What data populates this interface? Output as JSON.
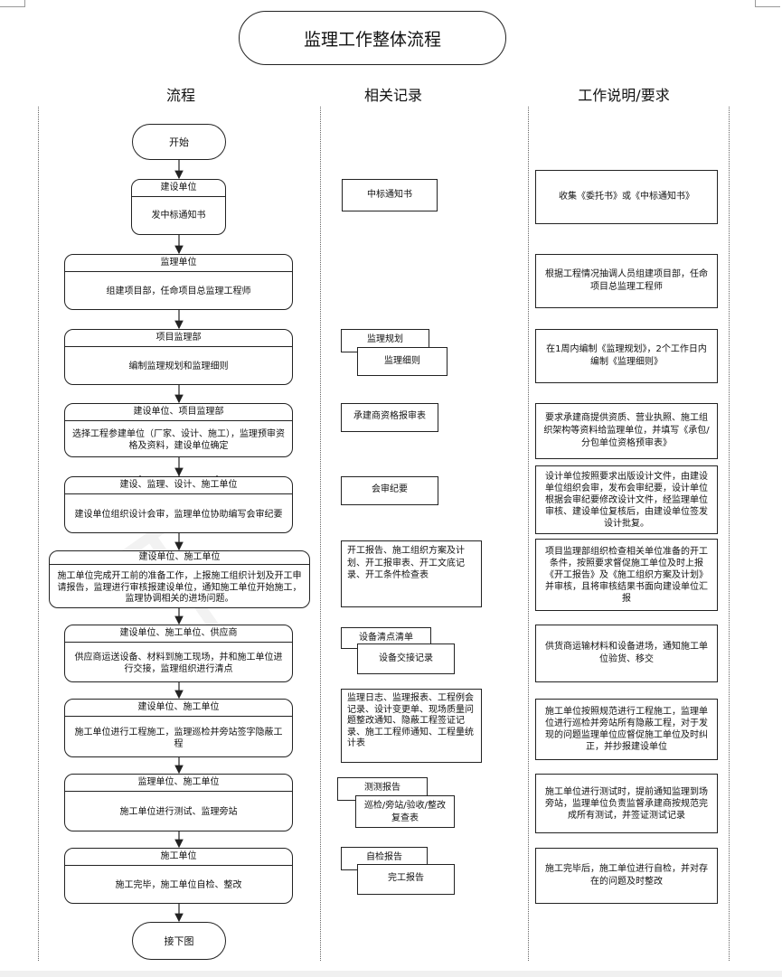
{
  "title": "监理工作整体流程",
  "columns": {
    "flow": "流程",
    "records": "相关记录",
    "notes": "工作说明/要求"
  },
  "start": "开始",
  "end": "接下图",
  "steps": [
    {
      "header": "建设单位",
      "body": "发中标通知书"
    },
    {
      "header": "监理单位",
      "body": "组建项目部，任命项目总监理工程师"
    },
    {
      "header": "项目监理部",
      "body": "编制监理规划和监理细则"
    },
    {
      "header": "建设单位、项目监理部",
      "body": "选择工程参建单位（厂家、设计、施工），监理预审资格及资料，建设单位确定"
    },
    {
      "header": "建设、监理、设计、施工单位",
      "body": "建设单位组织设计会审，监理单位协助编写会审纪要"
    },
    {
      "header": "建设单位、施工单位",
      "body": "施工单位完成开工前的准备工作，上报施工组织计划及开工申请报告，监理进行审核报建设单位，通知施工单位开始施工，监理协调相关的进场问题。"
    },
    {
      "header": "建设单位、施工单位、供应商",
      "body": "供应商运送设备、材料到施工现场，并和施工单位进行交接，监理组织进行清点"
    },
    {
      "header": "建设单位、施工单位",
      "body": "施工单位进行工程施工，监理巡检并旁站签字隐蔽工程"
    },
    {
      "header": "监理单位、施工单位",
      "body": "施工单位进行测试、监理旁站"
    },
    {
      "header": "施工单位",
      "body": "施工完毕，施工单位自检、整改"
    }
  ],
  "records": [
    {
      "docs": [
        "中标通知书"
      ]
    },
    {
      "docs": []
    },
    {
      "docs": [
        "监理规划",
        "监理细则"
      ]
    },
    {
      "docs": [
        "承建商资格报审表"
      ]
    },
    {
      "docs": [
        "会审纪要"
      ]
    },
    {
      "docs": [
        "开工报告、施工组织方案及计划、开工报审表、开工文底记录、开工条件检查表"
      ]
    },
    {
      "docs": [
        "设备清点清单",
        "设备交接记录"
      ]
    },
    {
      "docs": [
        "监理日志、监理报表、工程例会记录、设计变更单、现场质量问题整改通知、隐蔽工程签证记录、施工工程师通知、工程量统计表"
      ]
    },
    {
      "docs": [
        "测测报告",
        "巡检/旁站/验收/整改复查表"
      ]
    },
    {
      "docs": [
        "自检报告",
        "完工报告"
      ]
    }
  ],
  "notes": [
    "收集《委托书》或《中标通知书》",
    "根据工程情况抽调人员组建项目部，任命项目总监理工程师",
    "在1周内编制《监理规划》，2个工作日内编制《监理细则》",
    "要求承建商提供资质、营业执照、施工组织架构等资料给监理单位，并填写《承包/分包单位资格预审表》",
    "设计单位按照要求出版设计文件，由建设单位组织会审，发布会审纪要，设计单位根据会审纪要修改设计文件，经监理单位审核、建设单位复核后，由建设单位签发设计批复。",
    "项目监理部组织检查相关单位准备的开工条件，按照要求督促施工单位及时上报《开工报告》及《施工组织方案及计划》并审核，且将审核结果书面向建设单位汇报",
    "供货商运输材料和设备进场，通知施工单位验货、移交",
    "施工单位按照规范进行工程施工，监理单位进行巡检并旁站所有隐蔽工程，对于发现的问题监理单位应督促施工单位及时纠正，并抄报建设单位",
    "施工单位进行测试时，提前通知监理到场旁站，监理单位负责监督承建商按规范完成所有测试，并签证测试记录",
    "施工完毕后，施工单位进行自检，并对存在的问题及时整改"
  ],
  "watermark": "下"
}
